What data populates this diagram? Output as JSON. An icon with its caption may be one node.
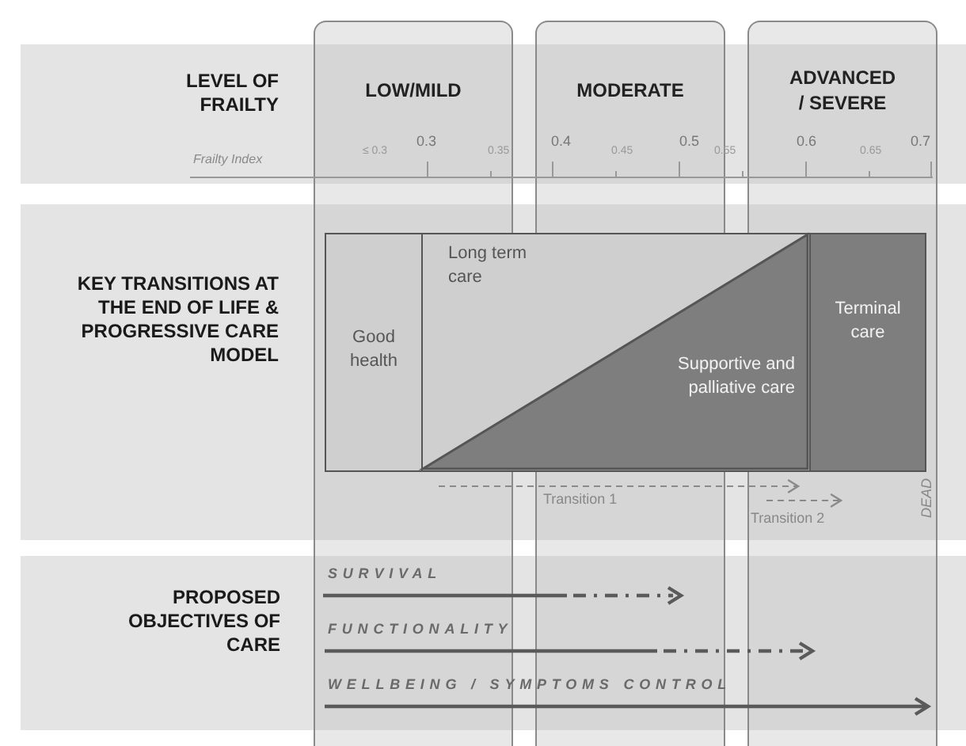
{
  "diagram": {
    "nodes": [
      {
        "text": [
          "LOW/MILD"
        ]
      },
      {
        "text": [
          "MODERATE"
        ]
      },
      {
        "text": [
          "ADVANCED / SEVERE"
        ]
      },
      {
        "text": [
          "Good health"
        ]
      },
      {
        "text": [
          "Long term care"
        ]
      },
      {
        "text": [
          "Supportive and palliative care"
        ],
        "in": 4
      },
      {
        "text": [
          "Terminal care"
        ]
      }
    ],
    "labels": [
      "LEVEL OF FRAILTY",
      "Frailty Index",
      "≤ 0.3",
      "0.3",
      "0.35",
      "0.4",
      "0.45",
      "0.5",
      "0.55",
      "0.6",
      "0.65",
      "0.7",
      "KEY TRANSITIONS AT THE END OF LIFE & PROGRESSIVE CARE MODEL",
      "Transition 1",
      "Transition 2",
      "DEAD",
      "PROPOSED OBJECTIVES OF CARE",
      "SURVIVAL",
      "FUNCTIONALITY",
      "WELLBEING / SYMPTOMS CONTROL"
    ]
  }
}
